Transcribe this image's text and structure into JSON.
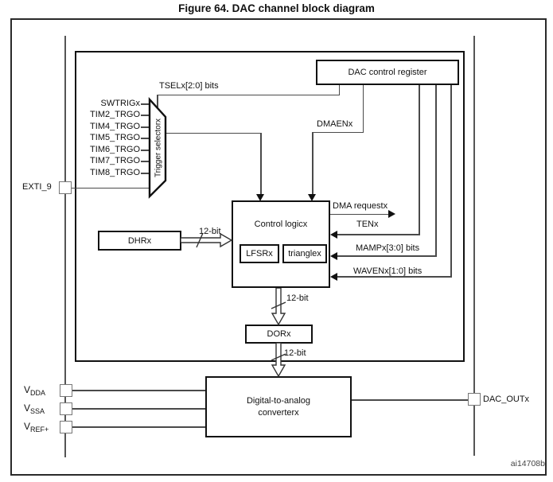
{
  "title": "Figure 64. DAC channel block diagram",
  "credit": "ai14708b",
  "colors": {
    "line": "#4a4a4a",
    "box_border": "#111111",
    "pin_border": "#777777",
    "background": "#ffffff"
  },
  "blocks": {
    "dac_control_register": "DAC control register",
    "trigger_selector": "Trigger selectorx",
    "control_logic": "Control logicx",
    "lfsr": "LFSRx",
    "triangle": "trianglex",
    "dhr": "DHRx",
    "dor": "DORx",
    "converter_line1": "Digital-to-analog",
    "converter_line2": "converterx"
  },
  "signals": {
    "tsel_bits": "TSELx[2:0] bits",
    "dmaen": "DMAENx",
    "dma_request": "DMA requestx",
    "ten": "TENx",
    "mamp_bits": "MAMPx[3:0] bits",
    "waven_bits": "WAVENx[1:0] bits",
    "bus_width": "12-bit"
  },
  "trigger_inputs": [
    "SWTRIGx",
    "TIM2_TRGO",
    "TIM4_TRGO",
    "TIM5_TRGO",
    "TIM6_TRGO",
    "TIM7_TRGO",
    "TIM8_TRGO"
  ],
  "pins": {
    "exti": "EXTI_9",
    "dac_out": "DAC_OUTx",
    "vdda": {
      "base": "V",
      "sub": "DDA"
    },
    "vssa": {
      "base": "V",
      "sub": "SSA"
    },
    "vref": {
      "base": "V",
      "sub": "REF+"
    }
  }
}
